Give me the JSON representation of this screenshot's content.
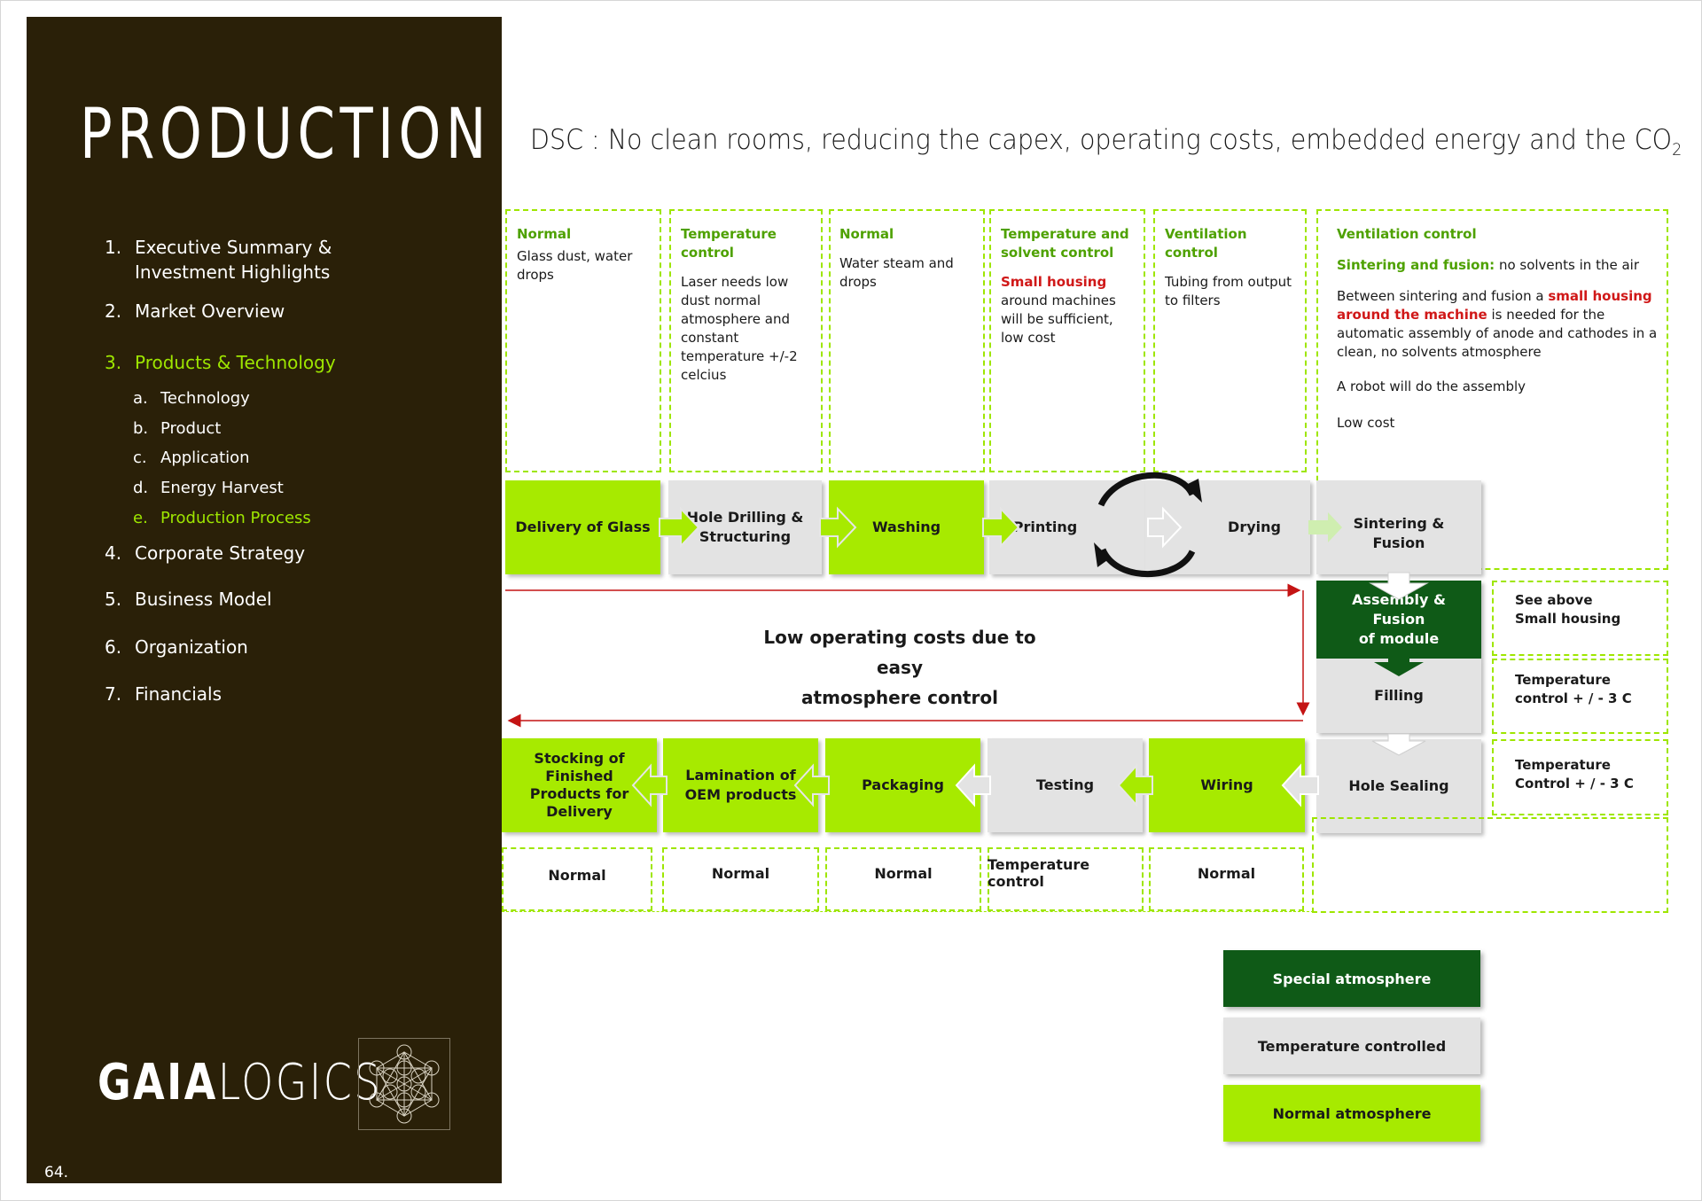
{
  "sidebar": {
    "title": "PRODUCTION",
    "menu": [
      {
        "num": "1.",
        "label": "Executive Summary &",
        "label2": "Investment Highlights"
      },
      {
        "num": "2.",
        "label": "Market Overview"
      },
      {
        "num": "3.",
        "label": "Products & Technology"
      },
      {
        "num": "a.",
        "label": "Technology"
      },
      {
        "num": "b.",
        "label": "Product"
      },
      {
        "num": "c.",
        "label": "Application"
      },
      {
        "num": "d.",
        "label": "Energy Harvest"
      },
      {
        "num": "e.",
        "label": "Production Process"
      },
      {
        "num": "4.",
        "label": "Corporate Strategy"
      },
      {
        "num": "5.",
        "label": "Business Model"
      },
      {
        "num": "6.",
        "label": "Organization"
      },
      {
        "num": "7.",
        "label": "Financials"
      }
    ],
    "logo_bold": "GAIA",
    "logo_light": "LOGICS",
    "page_number": "64."
  },
  "heading": {
    "text": "DSC : No clean rooms, reducing the capex, operating costs, embedded energy and the CO",
    "sub": "2"
  },
  "top_notes": [
    {
      "title": "Normal",
      "body": "Glass dust, water drops"
    },
    {
      "title": "Temperature control",
      "body": "Laser needs low dust normal atmosphere and constant temperature +/-2 celcius"
    },
    {
      "title": "Normal",
      "body": "Water steam and drops"
    },
    {
      "title": "Temperature and solvent control",
      "red": "Small housing",
      "body": "around machines will be sufficient, low cost"
    },
    {
      "title": "Ventilation control",
      "body": "Tubing from output to filters"
    }
  ],
  "vent_note": {
    "title": "Ventilation control",
    "line1_green": "Sintering and fusion:",
    "line1_rest": " no solvents in the air",
    "line2_a": "Between sintering and fusion a ",
    "line2_red1": "small housing",
    "line2_red2": "around  the machine",
    "line2_b": " is needed for the automatic  assembly of anode and cathodes in a clean, no solvents atmosphere",
    "line3": "A robot will do the assembly",
    "line4": "Low cost"
  },
  "top_steps": [
    "Delivery of Glass",
    "Hole Drilling   &",
    "Structuring",
    "Washing",
    "Printing",
    "Drying",
    "Sintering & Fusion"
  ],
  "right_steps": [
    "Assembly & Fusion",
    "of module",
    "Filling",
    "Hole Sealing"
  ],
  "right_notes": [
    {
      "l1": "See above",
      "l2": "Small housing"
    },
    {
      "l1": "Temperature",
      "l2": "control + / - 3 C"
    },
    {
      "l1": "Temperature",
      "l2": "Control + / - 3 C"
    }
  ],
  "bottom_steps": [
    {
      "l1": "Stocking of",
      "l2": "Finished",
      "l3": "Products for",
      "l4": "Delivery"
    },
    {
      "l1": "Lamination of",
      "l2": "OEM products"
    },
    {
      "l1": "Packaging"
    },
    {
      "l1": "Testing"
    },
    {
      "l1": "Wiring"
    }
  ],
  "bottom_labels": [
    "Normal",
    "Normal",
    "Normal",
    "Temperature control",
    "Normal"
  ],
  "center_text": {
    "l1": "Low operating costs due to easy",
    "l2": "atmosphere control"
  },
  "legend": [
    "Special atmosphere",
    "Temperature controlled",
    "Normal atmosphere"
  ],
  "colors": {
    "normal": "#a7ea00",
    "temperature": "#e3e3e3",
    "special": "#0f5a17",
    "sidebar": "#2a2008",
    "accent_green": "#9ee600",
    "red": "#d01818"
  }
}
